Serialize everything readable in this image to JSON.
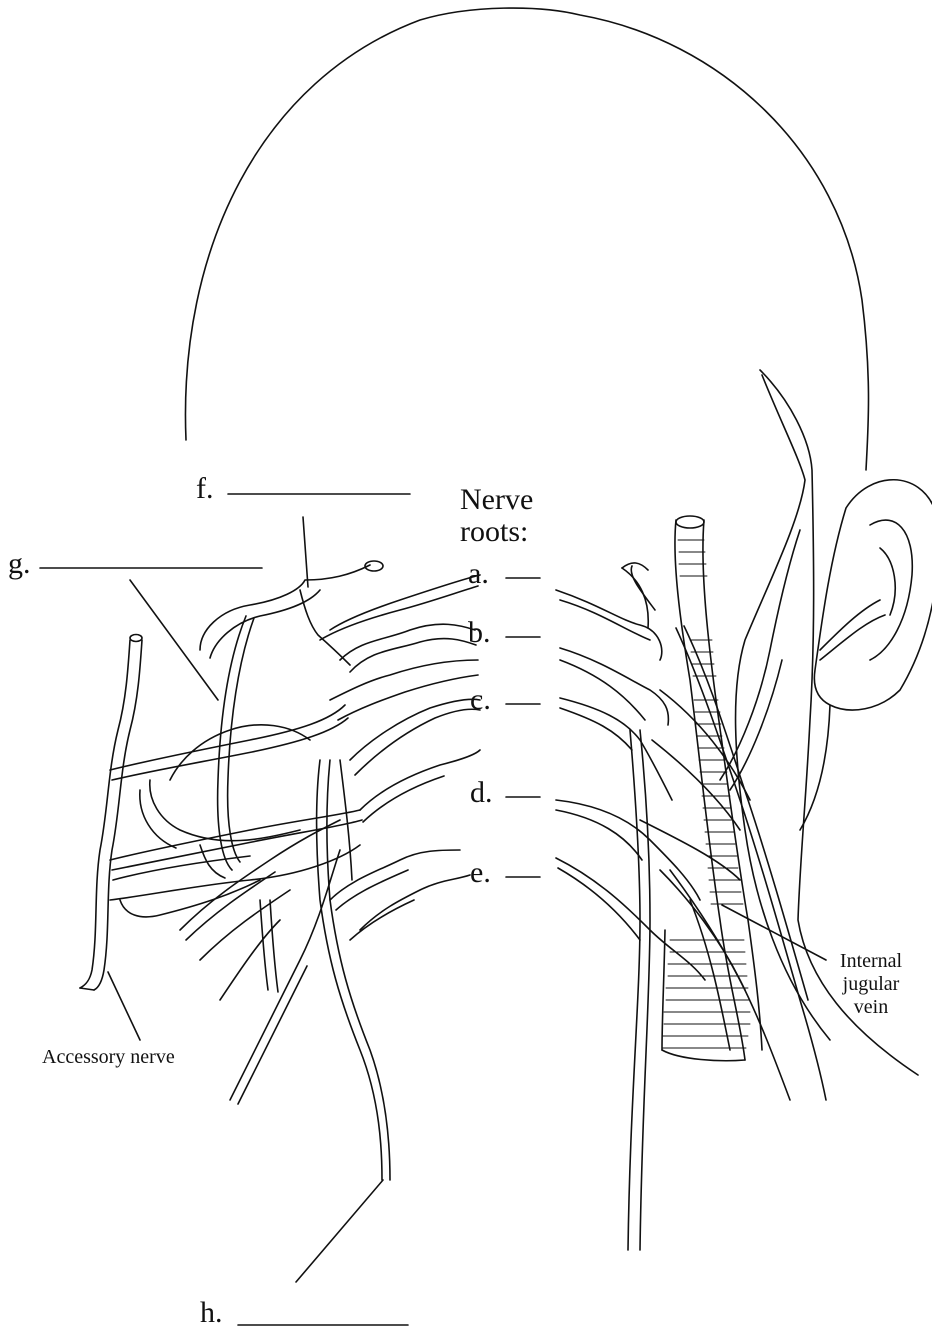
{
  "labels": {
    "a": "a.",
    "b": "b.",
    "c": "c.",
    "d": "d.",
    "e": "e.",
    "f": "f.",
    "g": "g.",
    "h": "h.",
    "nerve_roots_line1": "Nerve",
    "nerve_roots_line2": "roots:",
    "accessory_nerve": "Accessory nerve",
    "internal_jugular_line1": "Internal",
    "internal_jugular_line2": "jugular",
    "internal_jugular_line3": "vein"
  },
  "colors": {
    "ink": "#111111",
    "paper": "#ffffff"
  }
}
